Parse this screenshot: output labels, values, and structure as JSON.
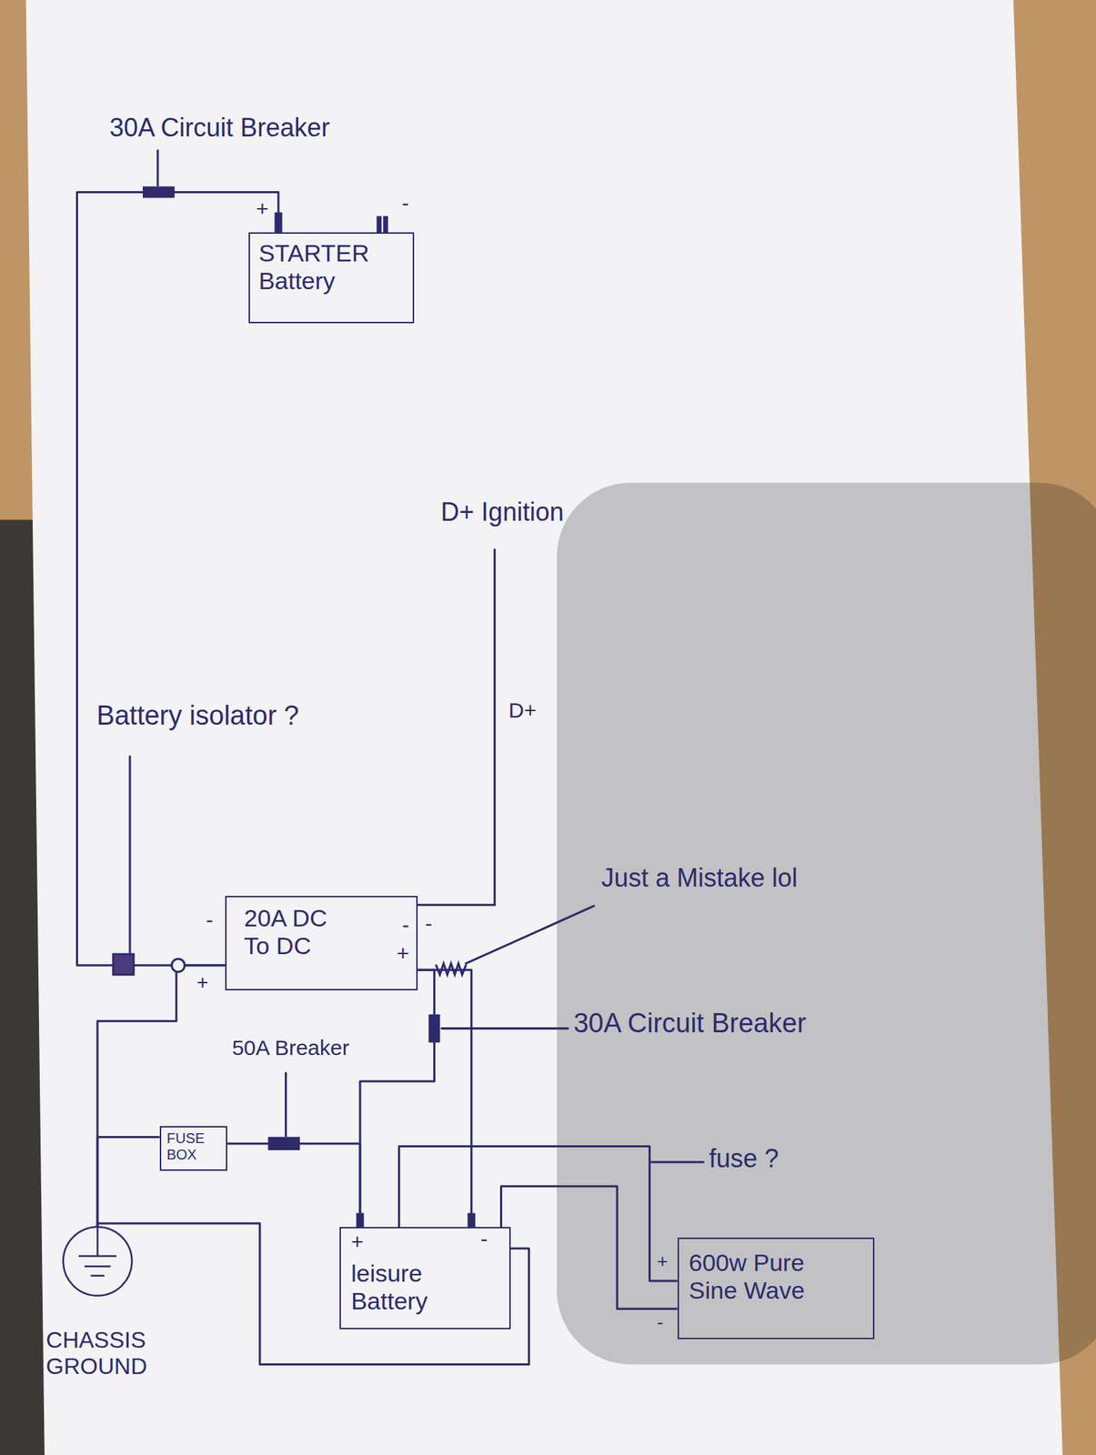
{
  "diagram": {
    "nodes": [
      {
        "text": [
          "STARTER Battery"
        ]
      },
      {
        "text": [
          "20A DC To DC",
          "-",
          "+"
        ]
      },
      {
        "text": [
          "FUSE BOX"
        ]
      },
      {
        "text": [
          "+",
          "-",
          "leisure Battery"
        ]
      },
      {
        "text": [
          "600w Pure Sine Wave"
        ]
      },
      {
        "text": [
          "CHASSIS GROUND"
        ]
      }
    ],
    "edges": [
      {
        "from": 0,
        "to": 1,
        "arrow": "none"
      },
      {
        "from": 1,
        "to": 3,
        "arrow": "none"
      },
      {
        "from": 1,
        "to": 3,
        "arrow": "none"
      },
      {
        "from": 1,
        "to": 5,
        "arrow": "none"
      },
      {
        "from": 2,
        "to": 3,
        "arrow": "none"
      },
      {
        "from": 2,
        "to": 5,
        "arrow": "none"
      },
      {
        "from": 3,
        "to": 5,
        "arrow": "none"
      },
      {
        "from": 3,
        "to": 4,
        "arrow": "none"
      },
      {
        "from": 3,
        "to": 4,
        "arrow": "none"
      }
    ],
    "labels": [
      "30A Circuit Breaker",
      "+",
      "-",
      "D+ Ignition",
      "Battery isolator ?",
      "D+",
      "-",
      "+",
      "-",
      "Just a Mistake lol",
      "30A Circuit Breaker",
      "50A Breaker",
      "fuse ?",
      "+",
      "-"
    ]
  }
}
